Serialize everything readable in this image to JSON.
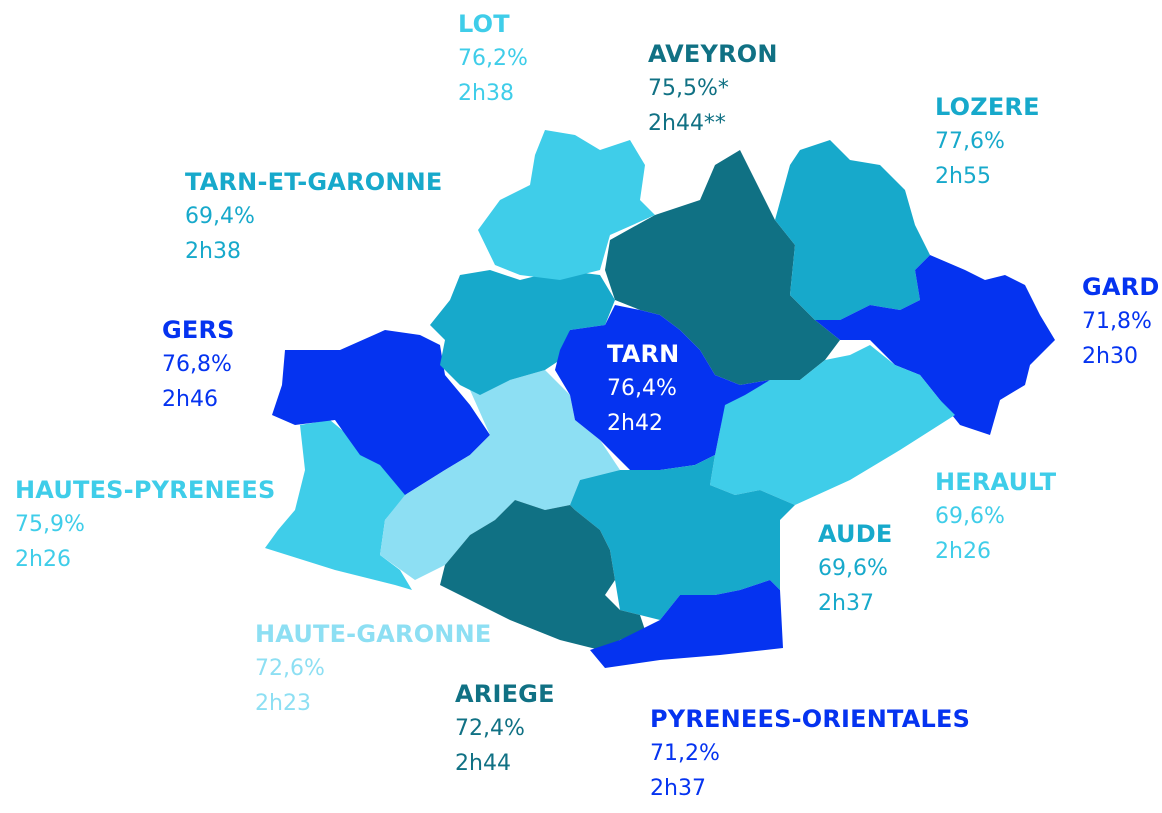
{
  "colors": {
    "light_cyan": "#8ddff3",
    "cyan": "#3fcde9",
    "teal_blue": "#17a9cb",
    "dark_teal": "#107184",
    "bright_blue": "#0533f0"
  },
  "departments": [
    {
      "id": "lot",
      "name": "LOT",
      "percent": "76,2%",
      "time": "2h38",
      "color": "#3fcde9"
    },
    {
      "id": "aveyron",
      "name": "AVEYRON",
      "percent": "75,5%*",
      "time": "2h44**",
      "color": "#107184"
    },
    {
      "id": "lozere",
      "name": "LOZERE",
      "percent": "77,6%",
      "time": "2h55",
      "color": "#17a9cb"
    },
    {
      "id": "tarn-et-garonne",
      "name": "TARN-ET-GARONNE",
      "percent": "69,4%",
      "time": "2h38",
      "color": "#17a9cb"
    },
    {
      "id": "gard",
      "name": "GARD",
      "percent": "71,8%",
      "time": "2h30",
      "color": "#0533f0"
    },
    {
      "id": "gers",
      "name": "GERS",
      "percent": "76,8%",
      "time": "2h46",
      "color": "#0533f0"
    },
    {
      "id": "tarn",
      "name": "TARN",
      "percent": "76,4%",
      "time": "2h42",
      "color": "#ffffff"
    },
    {
      "id": "hautes-pyrenees",
      "name": "HAUTES-PYRENEES",
      "percent": "75,9%",
      "time": "2h26",
      "color": "#3fcde9"
    },
    {
      "id": "herault",
      "name": "HERAULT",
      "percent": "69,6%",
      "time": "2h26",
      "color": "#3fcde9"
    },
    {
      "id": "aude",
      "name": "AUDE",
      "percent": "69,6%",
      "time": "2h37",
      "color": "#17a9cb"
    },
    {
      "id": "haute-garonne",
      "name": "HAUTE-GARONNE",
      "percent": "72,6%",
      "time": "2h23",
      "color": "#8ddff3"
    },
    {
      "id": "ariege",
      "name": "ARIEGE",
      "percent": "72,4%",
      "time": "2h44",
      "color": "#107184"
    },
    {
      "id": "pyrenees-orientales",
      "name": "PYRENEES-ORIENTALES",
      "percent": "71,2%",
      "time": "2h37",
      "color": "#0533f0"
    }
  ]
}
